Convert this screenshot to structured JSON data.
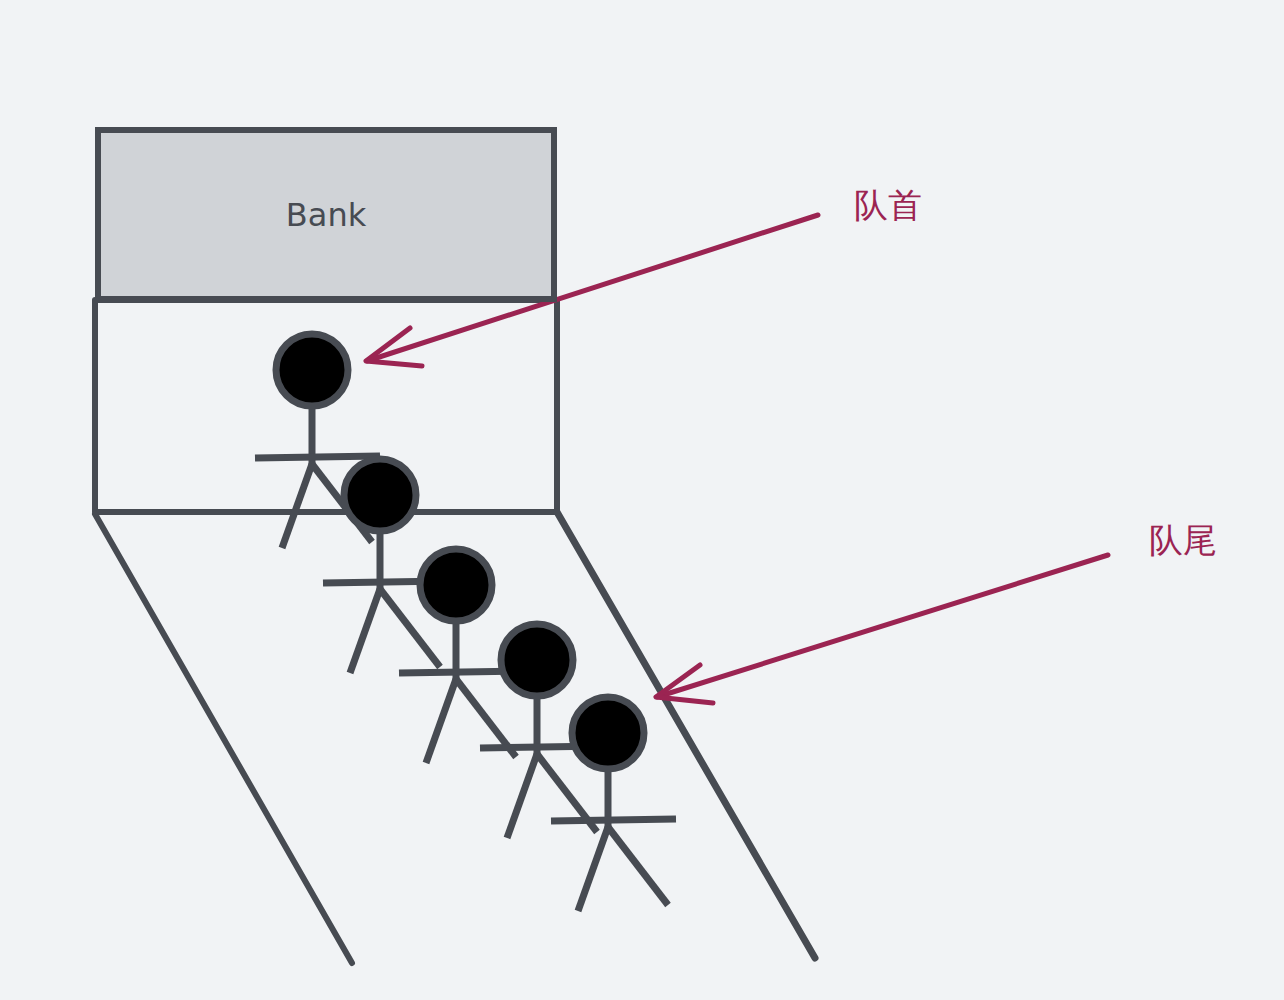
{
  "diagram": {
    "nodes": [
      {
        "text": [
          "Bank"
        ]
      }
    ],
    "labels": [
      "队首",
      "队尾"
    ]
  }
}
